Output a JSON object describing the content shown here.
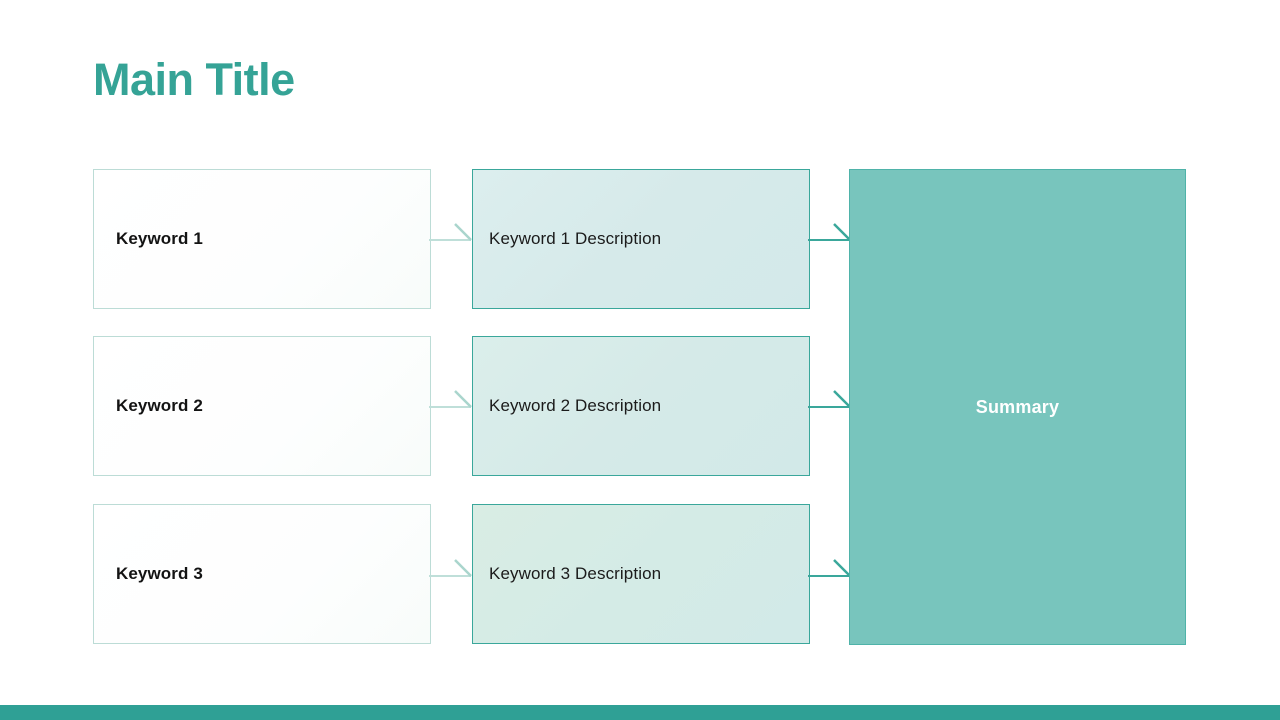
{
  "slide": {
    "title": "Main Title",
    "background_color": "#ffffff",
    "accent_color": "#2fa095",
    "title_color": "#35a396"
  },
  "diagram": {
    "type": "three-column-flow",
    "rows": [
      {
        "keyword": "Keyword 1",
        "description": "Keyword 1 Description"
      },
      {
        "keyword": "Keyword 2",
        "description": "Keyword 2 Description"
      },
      {
        "keyword": "Keyword 3",
        "description": "Keyword 3 Description"
      }
    ],
    "summary": {
      "label": "Summary",
      "fill_color": "#78c5bd",
      "border_color": "#4fb3a9",
      "text_color": "#ffffff"
    },
    "keyword_box_style": {
      "border_color": "#bcdcd6",
      "fill_color": "#ffffff",
      "text_color": "#131313"
    },
    "description_box_style": {
      "border_color": "#3aa79b",
      "fill_color": "#d6eaea",
      "text_color": "#1b1b1b"
    },
    "connector_color": "#3aa79b",
    "connector_light_color": "#b9dcd6"
  },
  "footer": {
    "bar_color": "#2fa095"
  }
}
